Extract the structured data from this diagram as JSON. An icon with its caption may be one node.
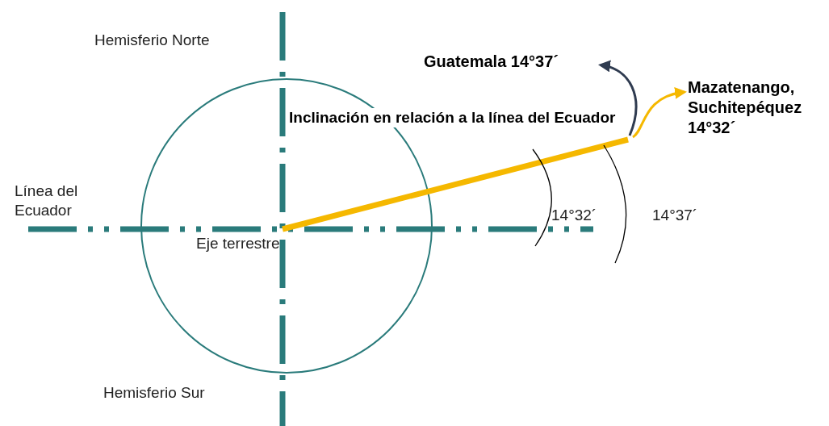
{
  "diagram": {
    "nodes": [
      {
        "text": [
          "Guatemala 14°37´"
        ]
      },
      {
        "text": [
          "Mazatenango, Suchitepéquez 14°32´"
        ]
      }
    ],
    "edges": [
      {
        "from": null,
        "to": 0,
        "arrow": "to",
        "color": "#2f3b50"
      },
      {
        "from": null,
        "to": 1,
        "arrow": "to",
        "color": "#f5b800"
      }
    ],
    "labels": [
      "Hemisferio Norte",
      "Inclinación en relación a la línea del Ecuador",
      "Línea del Ecuador",
      "14°32´",
      "14°37´",
      "Eje terrestre",
      "Hemisferio Sur"
    ]
  }
}
